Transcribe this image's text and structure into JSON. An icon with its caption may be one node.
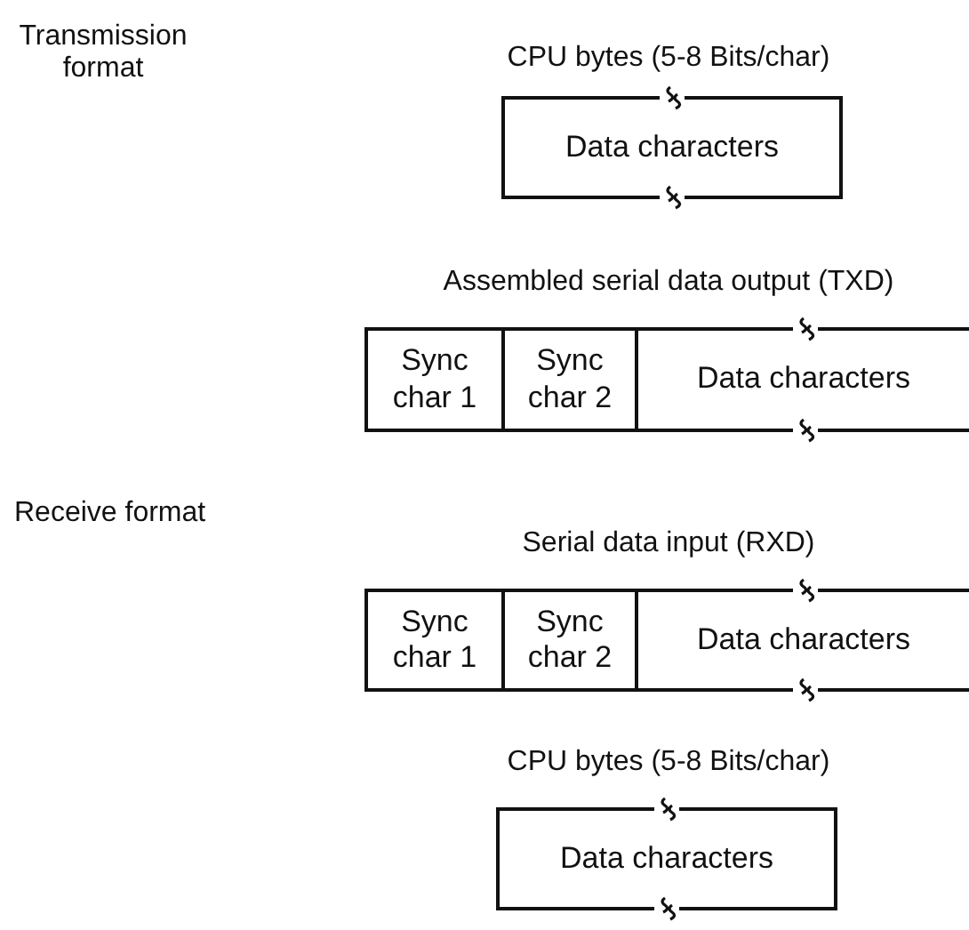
{
  "diagram": {
    "nodes": [
      {
        "text": [
          "Data characters"
        ]
      },
      {
        "text": [
          "Sync char 1"
        ]
      },
      {
        "text": [
          "Sync char 2"
        ]
      },
      {
        "text": [
          "Data characters"
        ]
      },
      {
        "text": [
          "Sync char 1"
        ]
      },
      {
        "text": [
          "Sync char 2"
        ]
      },
      {
        "text": [
          "Data characters"
        ]
      },
      {
        "text": [
          "Data characters"
        ]
      }
    ],
    "labels": [
      "Transmission format",
      "CPU bytes (5-8 Bits/char)",
      "Assembled serial data output (TXD)",
      "Receive format",
      "Serial data input (RXD)",
      "CPU bytes (5-8 Bits/char)"
    ]
  }
}
